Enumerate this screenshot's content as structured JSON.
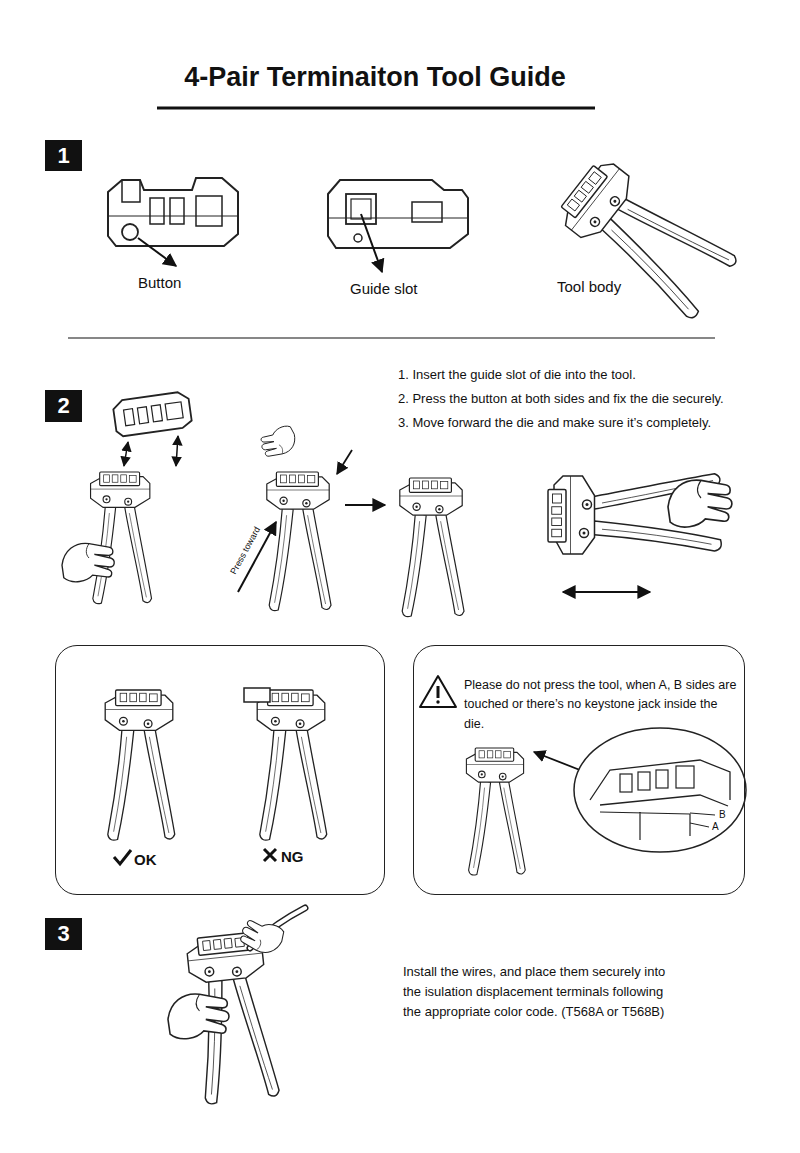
{
  "diagram": {
    "title": "4-Pair Terminaiton Tool Guide",
    "nodes": [
      {
        "text": [
          "1"
        ]
      },
      {
        "text": [
          "2"
        ]
      },
      {
        "text": [
          "OK",
          "NG"
        ]
      },
      {
        "text": [
          "Please do not press the tool, when A, B sides are touched or there’s no keystone jack inside the die."
        ]
      },
      {
        "text": [
          "3"
        ]
      }
    ],
    "labels": [
      "Button",
      "Guide slot",
      "Tool body",
      "1. Insert the guide slot of die into the tool.",
      "2. Press the button at both sides and fix the die securely.",
      "3. Move forward the die and make sure it’s completely.",
      "Press toward",
      "B",
      "A",
      "Install the wires, and place them securely into the isulation displacement terminals following the appropriate color code. (T568A or T568B)"
    ]
  }
}
